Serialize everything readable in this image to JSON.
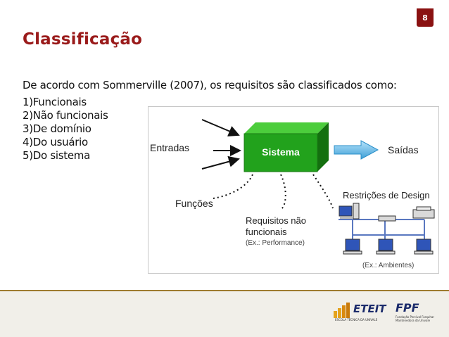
{
  "slide": {
    "page_number": "8",
    "title": "Classificação",
    "intro": "De acordo com Sommerville (2007), os requisitos são classificados como:",
    "items": [
      "1)Funcionais",
      "2)Não funcionais",
      "3)De domínio",
      "4)Do usuário",
      "5)Do sistema"
    ]
  },
  "diagram": {
    "input_label": "Entradas",
    "system_label": "Sistema",
    "output_label": "Saídas",
    "functions_label": "Funções",
    "nonfunctional_line1": "Requisitos não",
    "nonfunctional_line2": "funcionais",
    "nonfunctional_example": "(Ex.: Performance)",
    "design_label": "Restrições de Design",
    "environment_example": "(Ex.: Ambientes)",
    "colors": {
      "box_front": "#22a21c",
      "box_top": "#4ccd3c",
      "box_side": "#14700f",
      "arrow": "#2a8fc9"
    }
  },
  "footer": {
    "eteit_name": "ETEIT",
    "eteit_caption": "ESCOLA TÉCNICA DA UNIVALE",
    "fpf_name": "FPF",
    "fpf_caption_1": "Fundação Percival Farquhar",
    "fpf_caption_2": "Mantenedora da Univale"
  }
}
